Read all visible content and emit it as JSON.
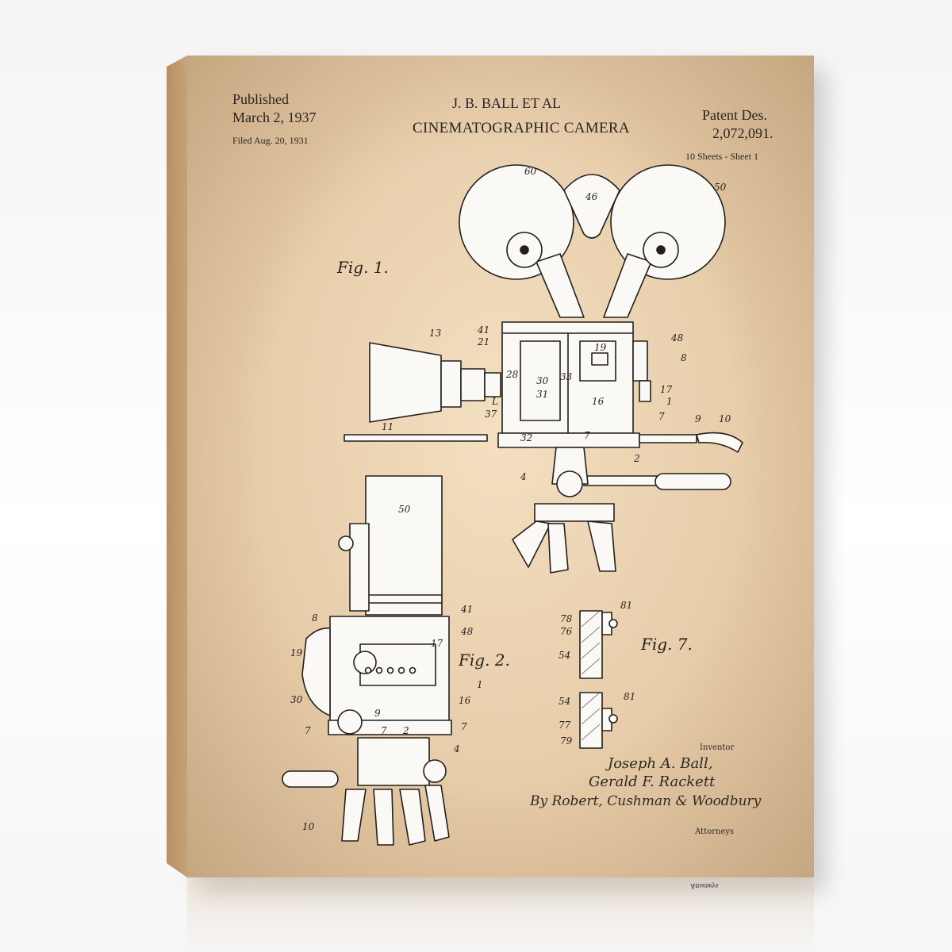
{
  "header": {
    "published_label": "Published",
    "published_date": "March 2, 1937",
    "filed": "Filed Aug. 20, 1931",
    "inventor_title": "J. B. BALL ET AL",
    "invention": "CINEMATOGRAPHIC CAMERA",
    "patent_label": "Patent Des.",
    "patent_number": "2,072,091.",
    "sheets": "10 Sheets - Sheet 1"
  },
  "figures": {
    "fig1": "Fig. 1.",
    "fig2": "Fig. 2.",
    "fig7": "Fig. 7."
  },
  "signature_block": {
    "inventor_label": "Inventor",
    "name1": "Joseph A. Ball,",
    "name2": "Gerald F. Rackett",
    "attorneys_line": "By Robert, Cushman & Woodbury",
    "attorneys_label": "Attorneys"
  },
  "reference_numbers": {
    "fig1": [
      "60",
      "46",
      "50",
      "13",
      "41",
      "21",
      "48",
      "8",
      "19",
      "28",
      "33",
      "30",
      "17",
      "31",
      "16",
      "37",
      "L",
      "1",
      "7",
      "9",
      "10",
      "11",
      "32",
      "7",
      "2",
      "4"
    ],
    "fig2": [
      "50",
      "41",
      "48",
      "8",
      "17",
      "19",
      "1",
      "30",
      "16",
      "9",
      "7",
      "2",
      "7",
      "7",
      "4",
      "10"
    ],
    "fig7": [
      "78",
      "81",
      "76",
      "54",
      "54",
      "81",
      "77",
      "79"
    ]
  },
  "colors": {
    "paper": "#e6cba7",
    "ink": "#2a2522",
    "canvas_edge": "#b68e63"
  }
}
